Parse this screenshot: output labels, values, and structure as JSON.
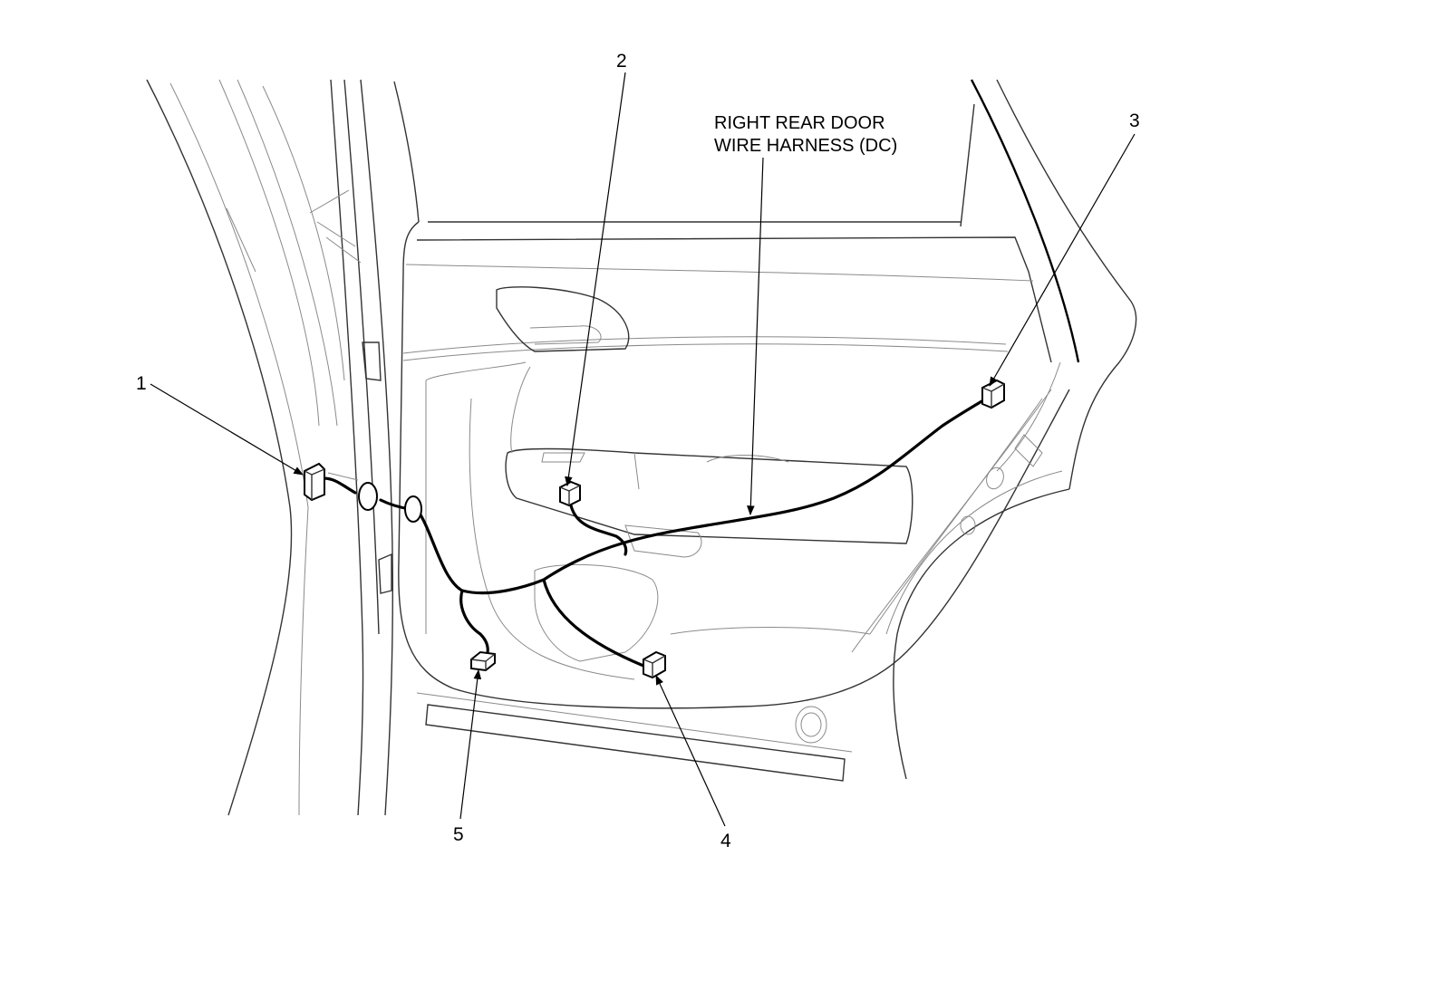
{
  "harness_label": {
    "line1": "RIGHT REAR DOOR",
    "line2": "WIRE HARNESS (DC)"
  },
  "callouts": {
    "c1": "1",
    "c2": "2",
    "c3": "3",
    "c4": "4",
    "c5": "5"
  },
  "colors": {
    "line": "#000000",
    "thin_line": "#8a8a8a",
    "background": "#ffffff"
  }
}
